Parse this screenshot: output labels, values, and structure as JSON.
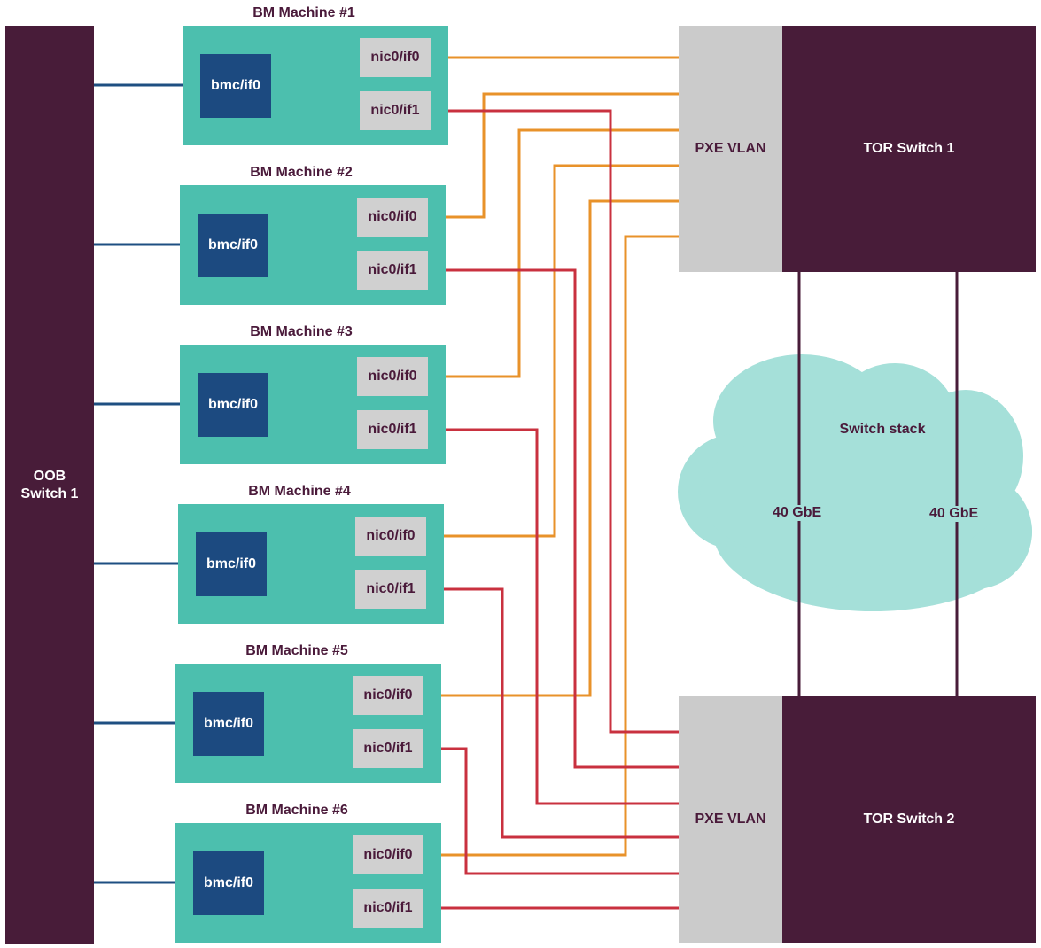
{
  "colors": {
    "machine_bg": "#4cbfae",
    "bmc_bg": "#1c4a80",
    "nic_bg": "#d0d0d0",
    "switch_bg": "#481c39",
    "vlan_bg": "#cbcbcb",
    "cloud_bg": "#a5e0d9",
    "oob_line": "#1e4f82",
    "pxe_line": "#e8922a",
    "data_line": "#c9313f",
    "stack_line": "#481c39",
    "dark_text": "#4a1a3a",
    "light_text": "#ffffff"
  },
  "oob_switch": {
    "label": "OOB\nSwitch 1"
  },
  "machines": [
    {
      "title": "BM Machine #1",
      "bmc": "bmc/if0",
      "nic0": "nic0/if0",
      "nic1": "nic0/if1"
    },
    {
      "title": "BM Machine #2",
      "bmc": "bmc/if0",
      "nic0": "nic0/if0",
      "nic1": "nic0/if1"
    },
    {
      "title": "BM Machine #3",
      "bmc": "bmc/if0",
      "nic0": "nic0/if0",
      "nic1": "nic0/if1"
    },
    {
      "title": "BM Machine #4",
      "bmc": "bmc/if0",
      "nic0": "nic0/if0",
      "nic1": "nic0/if1"
    },
    {
      "title": "BM Machine #5",
      "bmc": "bmc/if0",
      "nic0": "nic0/if0",
      "nic1": "nic0/if1"
    },
    {
      "title": "BM Machine #6",
      "bmc": "bmc/if0",
      "nic0": "nic0/if0",
      "nic1": "nic0/if1"
    }
  ],
  "tor_switches": [
    {
      "label": "TOR Switch 1",
      "vlan": "PXE VLAN"
    },
    {
      "label": "TOR Switch 2",
      "vlan": "PXE VLAN"
    }
  ],
  "switch_stack": {
    "label": "Switch stack",
    "links": [
      "40 GbE",
      "40 GbE"
    ]
  }
}
